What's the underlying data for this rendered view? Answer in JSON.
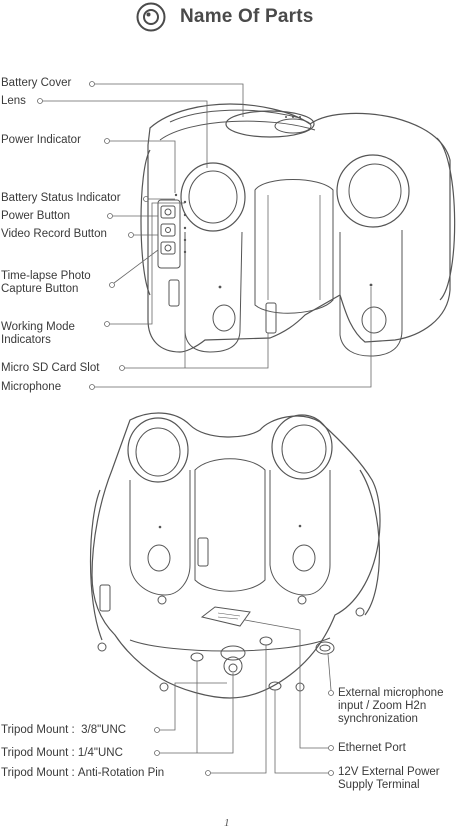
{
  "header": {
    "title": "Name Of Parts"
  },
  "top_view": {
    "labels": {
      "battery_cover": "Battery Cover",
      "lens": "Lens",
      "power_indicator": "Power Indicator",
      "battery_status_indicator": "Battery Status Indicator",
      "power_button": "Power Button",
      "video_record_button": "Video Record Button",
      "timelapse_line1": "Time-lapse Photo",
      "timelapse_line2": "Capture Button",
      "working_mode_line1": "Working Mode",
      "working_mode_line2": "Indicators",
      "micro_sd_card_slot": "Micro SD Card Slot",
      "microphone": "Microphone"
    }
  },
  "bottom_view": {
    "labels": {
      "tripod_38": "Tripod Mount :  3/8\"UNC",
      "tripod_14": "Tripod Mount : 1/4\"UNC",
      "tripod_anti": "Tripod Mount : Anti-Rotation Pin",
      "ext_mic_line1": "External microphone",
      "ext_mic_line2": "input / Zoom H2n",
      "ext_mic_line3": "synchronization",
      "ethernet_port": "Ethernet Port",
      "power_supply_line1": "12V External Power",
      "power_supply_line2": "Supply Terminal"
    }
  },
  "footer": {
    "page_number": "1"
  },
  "colors": {
    "line": "#555555",
    "text": "#3a3a3a"
  }
}
